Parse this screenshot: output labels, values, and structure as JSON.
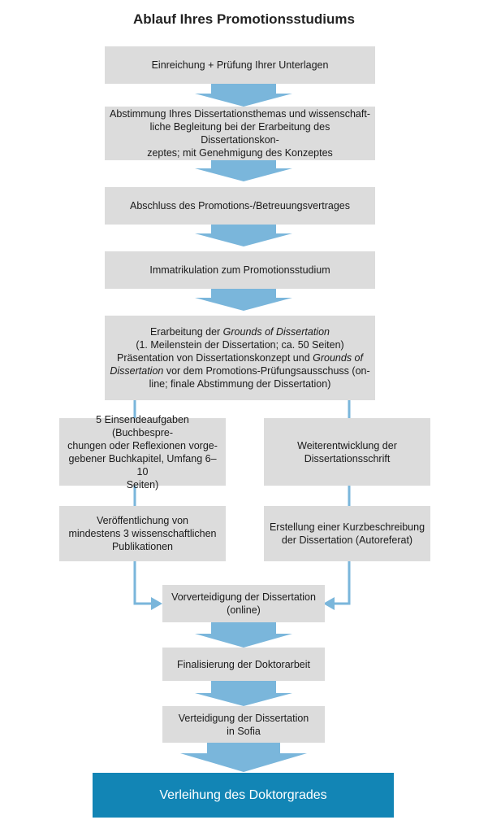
{
  "title": "Ablauf Ihres Promotionsstudiums",
  "steps": {
    "s1": "Einreichung + Prüfung Ihrer Unterlagen",
    "s2_l1": "Abstimmung Ihres Dissertationsthemas und wissenschaft-",
    "s2_l2": "liche Begleitung bei der Erarbeitung des Dissertationskon-",
    "s2_l3": "zeptes; mit Genehmigung des Konzeptes",
    "s3": "Abschluss des Promotions-/Betreuungsvertrages",
    "s4": "Immatrikulation zum Promotionsstudium",
    "s5_l1_a": "Erarbeitung der ",
    "s5_l1_b": "Grounds of Dissertation",
    "s5_l2": "(1. Meilenstein der Dissertation; ca. 50 Seiten)",
    "s5_l3_a": "Präsentation von Dissertationskonzept und ",
    "s5_l3_b": "Grounds of",
    "s5_l4_a": "Dissertation",
    "s5_l4_b": " vor dem Promotions-Prüfungsausschuss (on-",
    "s5_l5": "line; finale Abstimmung der Dissertation)",
    "left1_l1": "5 Einsendeaufgaben (Buchbespre-",
    "left1_l2": "chungen oder Reflexionen vorge-",
    "left1_l3": "gebener Buchkapitel, Umfang 6–10",
    "left1_l4": "Seiten)",
    "left2_l1": "Veröffentlichung von",
    "left2_l2": "mindestens 3 wissenschaftlichen",
    "left2_l3": "Publikationen",
    "right1_l1": "Weiterentwicklung der",
    "right1_l2": "Dissertationsschrift",
    "right2_l1": "Erstellung einer Kurzbeschreibung",
    "right2_l2": "der Dissertation (Autoreferat)",
    "s6_l1": "Vorverteidigung der Dissertation",
    "s6_l2": "(online)",
    "s7": "Finalisierung der Doktorarbeit",
    "s8_l1": "Verteidigung der Dissertation",
    "s8_l2": "in Sofia",
    "final": "Verleihung des Doktorgrades"
  },
  "colors": {
    "box": "#dcdcdc",
    "arrow": "#7ab6db",
    "final": "#1285b5"
  }
}
